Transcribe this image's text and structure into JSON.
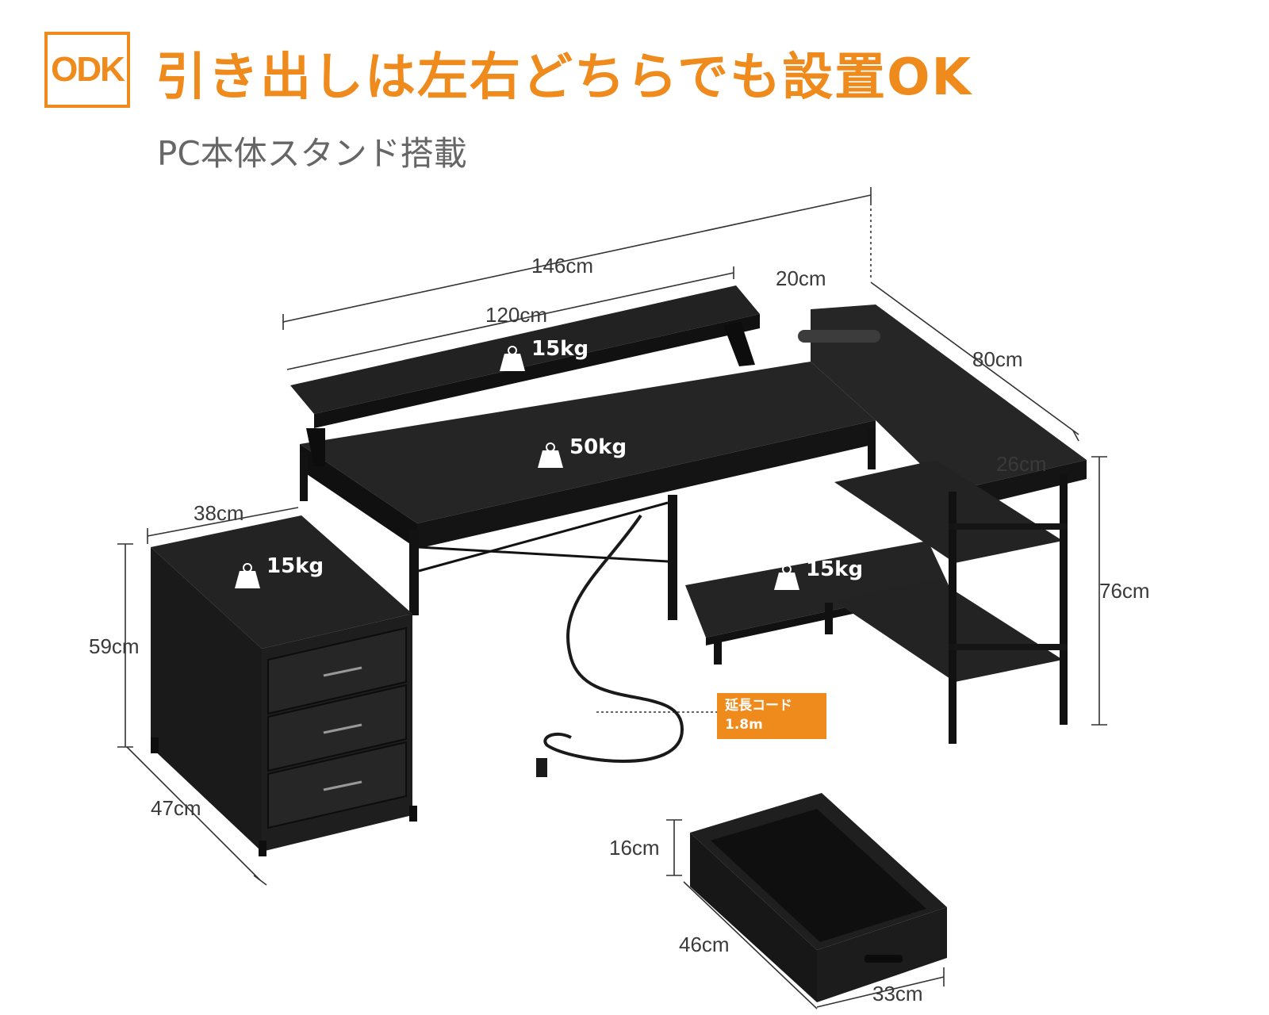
{
  "brand": {
    "logo_text": "ODK",
    "accent_color": "#ef8a1c"
  },
  "title": "引き出しは左右どちらでも設置OK",
  "subtitle": "PC本体スタンド搭載",
  "dimensions": {
    "total_width": "146cm",
    "monitor_shelf_width": "120cm",
    "monitor_shelf_depth": "20cm",
    "side_length": "80cm",
    "shelf_depth": "26cm",
    "desk_height": "76cm",
    "cabinet_width": "38cm",
    "cabinet_height": "59cm",
    "cabinet_depth": "47cm",
    "drawer_height": "16cm",
    "drawer_depth": "46cm",
    "drawer_width": "33cm"
  },
  "loads": {
    "monitor_shelf": "15kg",
    "desktop": "50kg",
    "cabinet_top": "15kg",
    "pc_stand": "15kg"
  },
  "cord": {
    "line1": "延長コード",
    "line2": "1.8m"
  },
  "colors": {
    "furniture": "#1c1c1c",
    "top_surface": "#2a2a2a",
    "dim_line": "#333333"
  }
}
